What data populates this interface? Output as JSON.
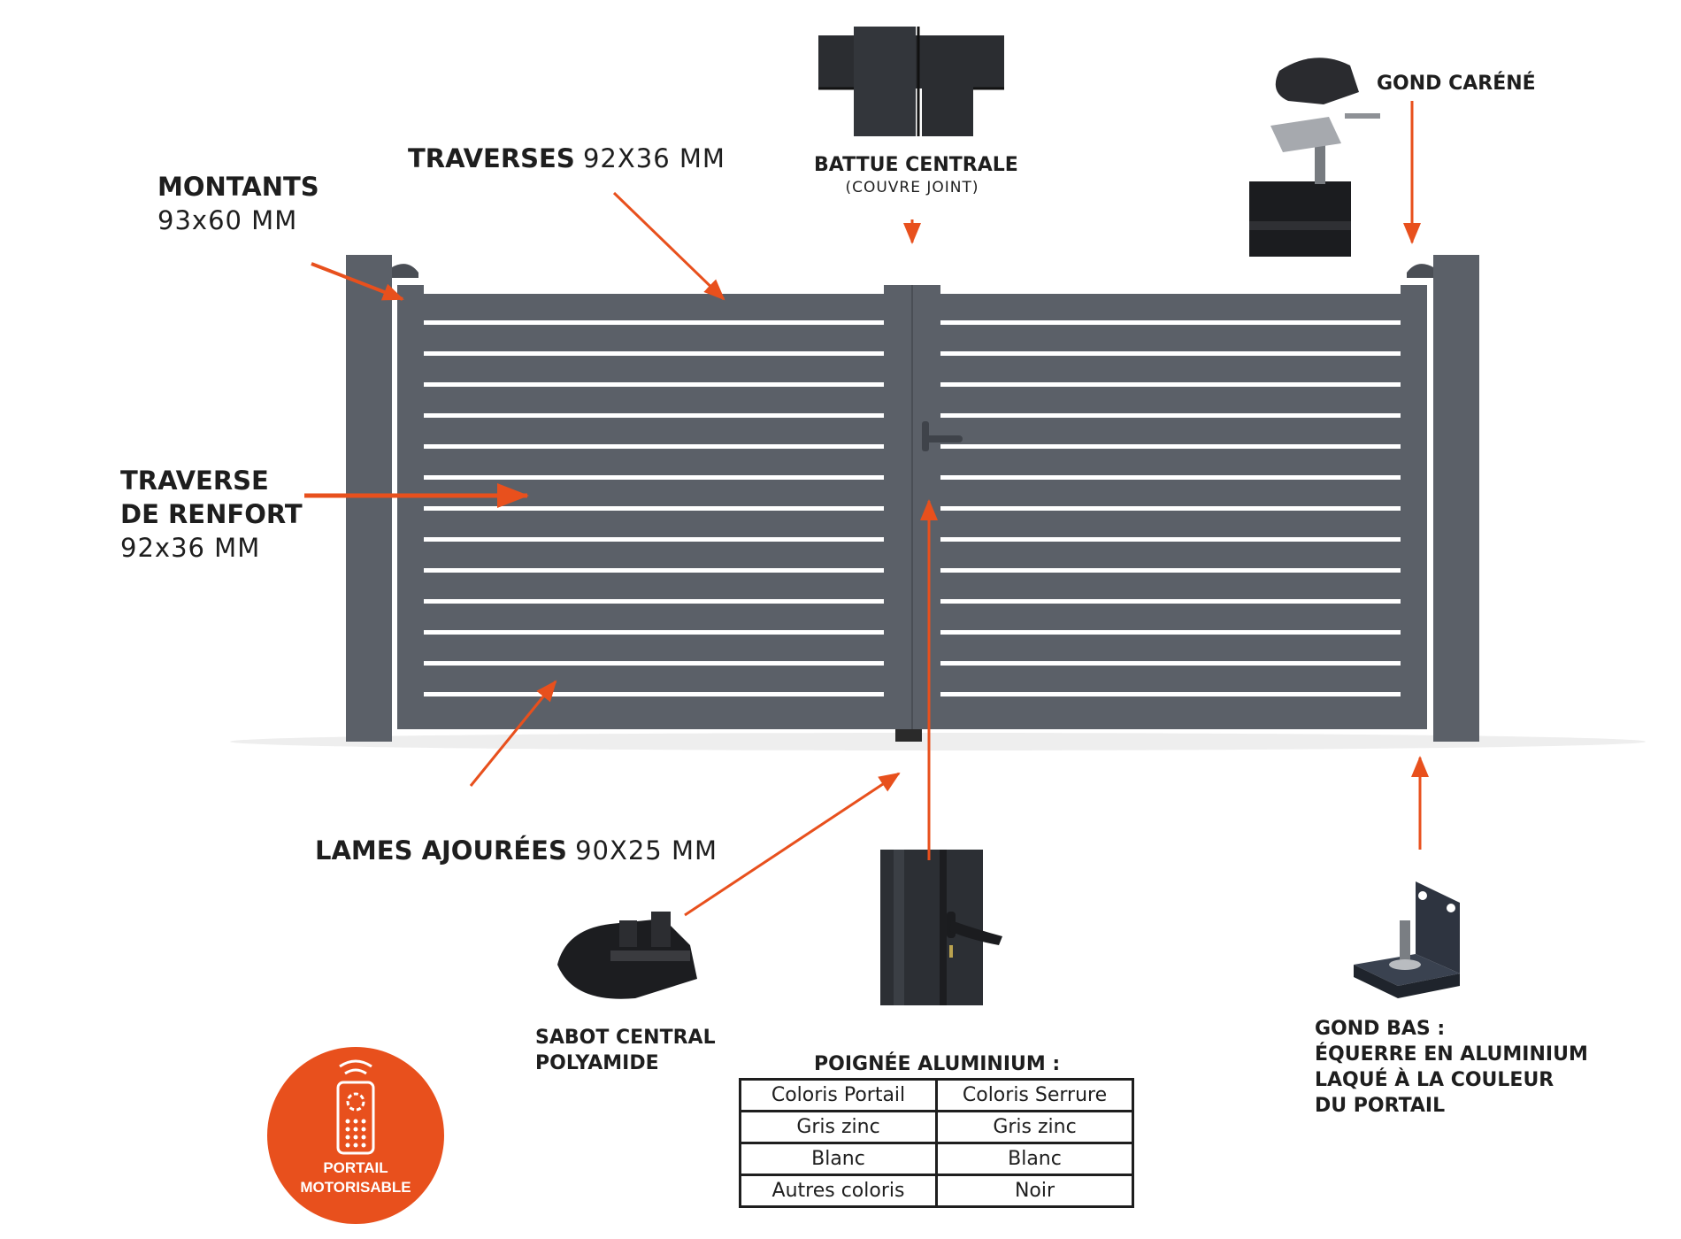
{
  "labels": {
    "montants": {
      "title": "MONTANTS",
      "dim": "93x60 MM"
    },
    "traverses": {
      "title": "TRAVERSES",
      "dim": "92X36 MM"
    },
    "renfort": {
      "line1": "TRAVERSE",
      "line2": "DE RENFORT",
      "dim": "92x36 MM"
    },
    "lames": {
      "title": "LAMES AJOURÉES",
      "dim": "90X25 MM"
    },
    "battue": {
      "title": "BATTUE CENTRALE",
      "sub": "(COUVRE JOINT)"
    },
    "gond_carene": {
      "title": "GOND CARÉNÉ"
    },
    "sabot": {
      "line1": "SABOT CENTRAL",
      "line2": "POLYAMIDE"
    },
    "gond_bas": {
      "line1": "GOND BAS :",
      "line2": "ÉQUERRE EN ALUMINIUM",
      "line3": "LAQUÉ À LA COULEUR",
      "line4": "DU PORTAIL"
    }
  },
  "handle_table": {
    "title": "POIGNÉE ALUMINIUM :",
    "headers": [
      "Coloris Portail",
      "Coloris Serrure"
    ],
    "rows": [
      [
        "Gris zinc",
        "Gris zinc"
      ],
      [
        "Blanc",
        "Blanc"
      ],
      [
        "Autres coloris",
        "Noir"
      ]
    ]
  },
  "badge": {
    "line1": "PORTAIL",
    "line2": "MOTORISABLE",
    "icon": "remote-control-icon"
  },
  "colors": {
    "gate": "#5b6068",
    "accent": "#e8501d",
    "dark": "#1e1e1e"
  }
}
